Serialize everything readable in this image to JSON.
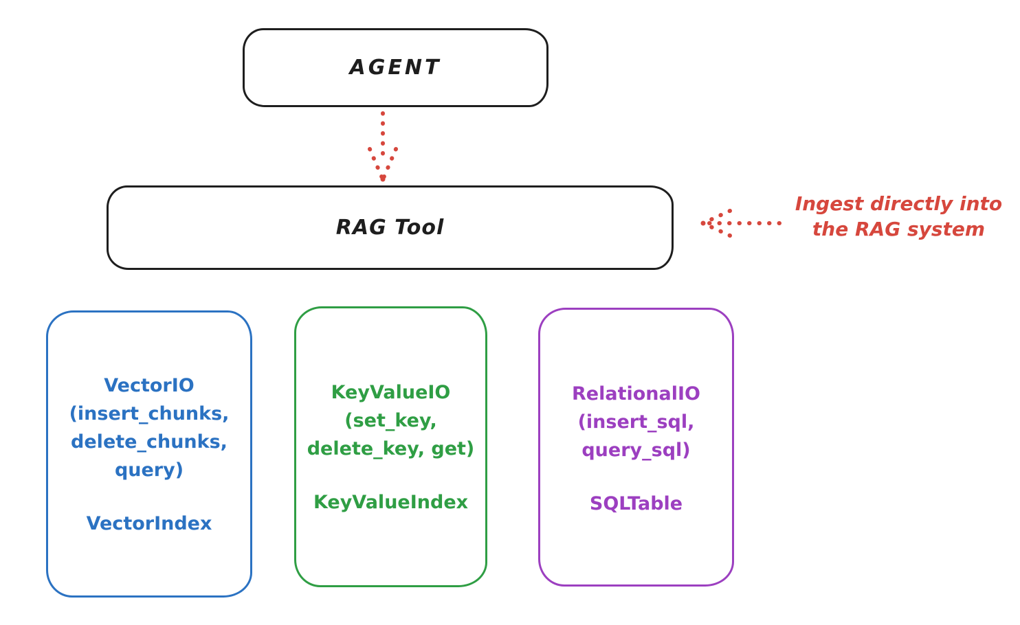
{
  "agent": {
    "label": "AGENT"
  },
  "rag_tool": {
    "label": "RAG Tool"
  },
  "annotation": {
    "text": "Ingest directly into\nthe RAG system"
  },
  "io_boxes": [
    {
      "name": "VectorIO",
      "methods": "VectorIO\n(insert_chunks,\ndelete_chunks,\nquery)",
      "index_label": "VectorIndex",
      "color": "#2b72c2"
    },
    {
      "name": "KeyValueIO",
      "methods": "KeyValueIO\n(set_key,\ndelete_key, get)",
      "index_label": "KeyValueIndex",
      "color": "#2f9e44"
    },
    {
      "name": "RelationalIO",
      "methods": "RelationalIO\n(insert_sql,\nquery_sql)",
      "index_label": "SQLTable",
      "color": "#9c3fc0"
    }
  ],
  "colors": {
    "stroke_black": "#1e1e1e",
    "arrow_red": "#d6473d",
    "blue": "#2b72c2",
    "green": "#2f9e44",
    "purple": "#9c3fc0",
    "background": "#ffffff"
  }
}
